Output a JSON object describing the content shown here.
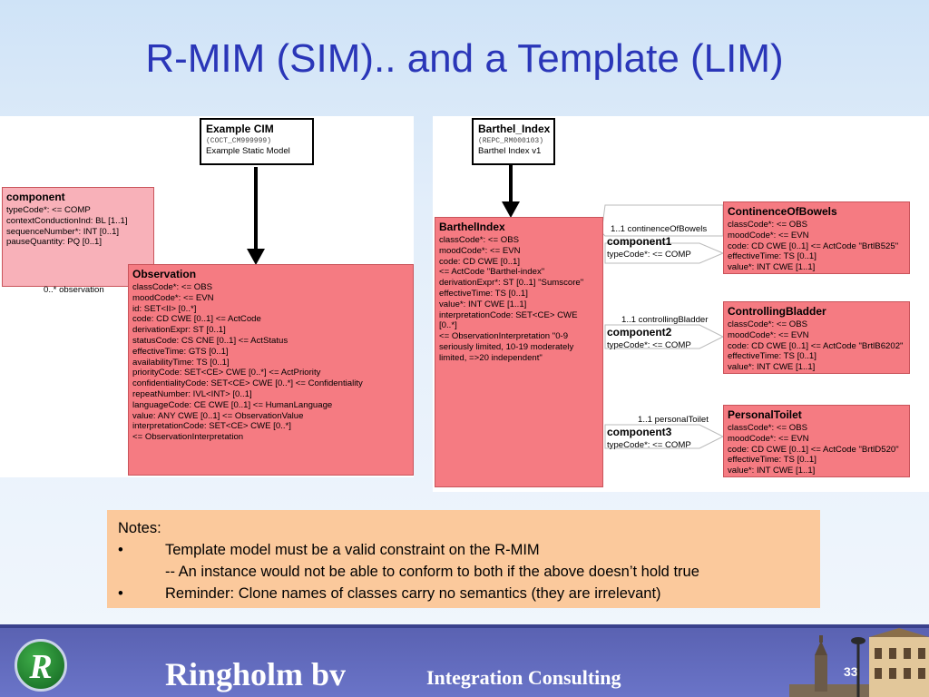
{
  "slide": {
    "title": "R-MIM (SIM).. and a Template (LIM)",
    "page_number": "33"
  },
  "left_diagram": {
    "entry_box": {
      "title": "Example CIM",
      "code": "(COCT_CM999999)",
      "subtitle": "Example Static Model"
    },
    "component": {
      "title": "component",
      "lines": [
        "typeCode*: <= COMP",
        "contextConductionInd: BL [1..1]",
        "sequenceNumber*: INT [0..1]",
        "pauseQuantity: PQ [0..1]"
      ]
    },
    "association_label": "0..* observation",
    "observation": {
      "title": "Observation",
      "lines": [
        "classCode*: <= OBS",
        "moodCode*: <= EVN",
        "id: SET<II> [0..*]",
        "code: CD CWE [0..1] <= ActCode",
        "derivationExpr: ST [0..1]",
        "statusCode: CS CNE [0..1] <= ActStatus",
        "effectiveTime: GTS [0..1]",
        "availabilityTime: TS [0..1]",
        "priorityCode: SET<CE> CWE [0..*] <= ActPriority",
        "confidentialityCode: SET<CE> CWE [0..*] <= Confidentiality",
        "repeatNumber: IVL<INT> [0..1]",
        "languageCode: CE CWE [0..1] <= HumanLanguage",
        "value: ANY CWE [0..1] <= ObservationValue",
        "interpretationCode: SET<CE> CWE [0..*]",
        " <= ObservationInterpretation"
      ]
    }
  },
  "right_diagram": {
    "entry_box": {
      "title": "Barthel_Index",
      "code": "(REPC_RM000103)",
      "subtitle": "Barthel Index v1"
    },
    "barthel": {
      "title": "BarthelIndex",
      "lines": [
        "classCode*: <= OBS",
        "moodCode*: <= EVN",
        "code: CD CWE [0..1]",
        " <= ActCode \"Barthel-index\"",
        "derivationExpr*: ST [0..1] \"Sumscore\"",
        "effectiveTime: TS [0..1]",
        "value*: INT CWE [1..1]",
        "interpretationCode: SET<CE> CWE",
        "[0..*]",
        " <= ObservationInterpretation \"0-9 seriously limited, 10-19 moderately limited, =>20 independent\""
      ]
    },
    "components": [
      {
        "title": "component1",
        "line": "typeCode*: <= COMP",
        "assoc": "1..1 continenceOfBowels"
      },
      {
        "title": "component2",
        "line": "typeCode*: <= COMP",
        "assoc": "1..1 controllingBladder"
      },
      {
        "title": "component3",
        "line": "typeCode*: <= COMP",
        "assoc": "1..1 personalToilet"
      }
    ],
    "targets": [
      {
        "title": "ContinenceOfBowels",
        "lines": [
          "classCode*: <= OBS",
          "moodCode*: <= EVN",
          "code: CD CWE [0..1] <= ActCode \"BrtlB525\"",
          "effectiveTime: TS [0..1]",
          "value*: INT CWE [1..1]"
        ]
      },
      {
        "title": "ControllingBladder",
        "lines": [
          "classCode*: <= OBS",
          "moodCode*: <= EVN",
          "code: CD CWE [0..1] <= ActCode \"BrtlB6202\"",
          "effectiveTime: TS [0..1]",
          "value*: INT CWE [1..1]"
        ]
      },
      {
        "title": "PersonalToilet",
        "lines": [
          "classCode*: <= OBS",
          "moodCode*: <= EVN",
          "code: CD CWE [0..1] <= ActCode \"BrtlD520\"",
          "effectiveTime: TS [0..1]",
          "value*: INT CWE [1..1]"
        ]
      }
    ]
  },
  "notes": {
    "heading": "Notes:",
    "bullet_char": "•",
    "bullet1": "Template model must be a valid constraint on the R-MIM",
    "sub1": "-- An instance would not be able to conform to both if the above doesn’t hold true",
    "bullet2": "Reminder: Clone names of classes carry no semantics (they are irrelevant)"
  },
  "footer": {
    "logo_letter": "R",
    "brand": "Ringholm bv",
    "tagline": "Integration Consulting"
  },
  "colors": {
    "title": "#2a36b8",
    "class_fill": "#f57b82",
    "class_fill_light": "#f8b1b9",
    "notes_fill": "#fbc99c",
    "footer": "#5a62b2"
  }
}
